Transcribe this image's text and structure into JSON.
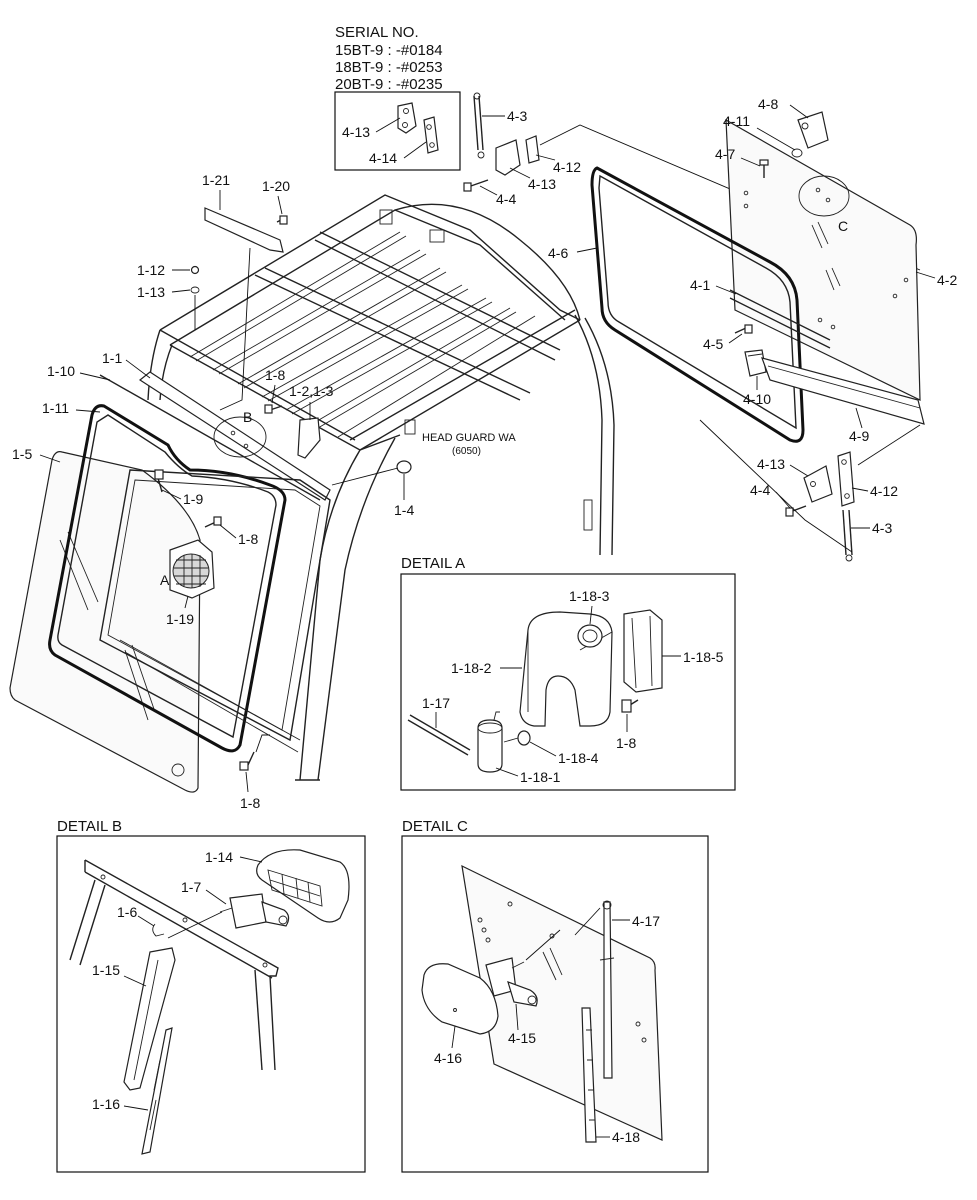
{
  "serial": {
    "title": "SERIAL NO.",
    "lines": [
      "15BT-9 : -#0184",
      "18BT-9 : -#0253",
      "20BT-9 : -#0235"
    ]
  },
  "head_guard": {
    "name": "HEAD GUARD WA",
    "code": "(6050)"
  },
  "details": {
    "a": {
      "title": "DETAIL A"
    },
    "b": {
      "title": "DETAIL B"
    },
    "c": {
      "title": "DETAIL C"
    }
  },
  "callouts": {
    "serial_box": [
      "4-13",
      "4-14"
    ],
    "main": {
      "p4_3_top": "4-3",
      "p4_12_top": "4-12",
      "p4_13_top": "4-13",
      "p4_4_top": "4-4",
      "p4_8": "4-8",
      "p4_11": "4-11",
      "p4_7": "4-7",
      "p4_6": "4-6",
      "p4_2": "4-2",
      "p4_1": "4-1",
      "p4_5": "4-5",
      "p4_10": "4-10",
      "p4_9": "4-9",
      "p4_13_bot": "4-13",
      "p4_4_bot": "4-4",
      "p4_12_bot": "4-12",
      "p4_3_bot": "4-3",
      "c_marker": "C",
      "p1_21": "1-21",
      "p1_20": "1-20",
      "p1_12": "1-12",
      "p1_13": "1-13",
      "p1_1": "1-1",
      "p1_10": "1-10",
      "p1_11": "1-11",
      "p1_5": "1-5",
      "p1_8_a": "1-8",
      "p1_2_3": "1-2,1-3",
      "b_marker": "B",
      "p1_4": "1-4",
      "p1_9": "1-9",
      "p1_8_b": "1-8",
      "a_marker": "A",
      "p1_19": "1-19",
      "p1_8_c": "1-8"
    },
    "detail_a": [
      "1-18-3",
      "1-18-5",
      "1-18-2",
      "1-17",
      "1-18-4",
      "1-8",
      "1-18-1"
    ],
    "detail_b": [
      "1-14",
      "1-7",
      "1-6",
      "1-15",
      "1-16"
    ],
    "detail_c": [
      "4-17",
      "4-15",
      "4-16",
      "4-18"
    ]
  }
}
